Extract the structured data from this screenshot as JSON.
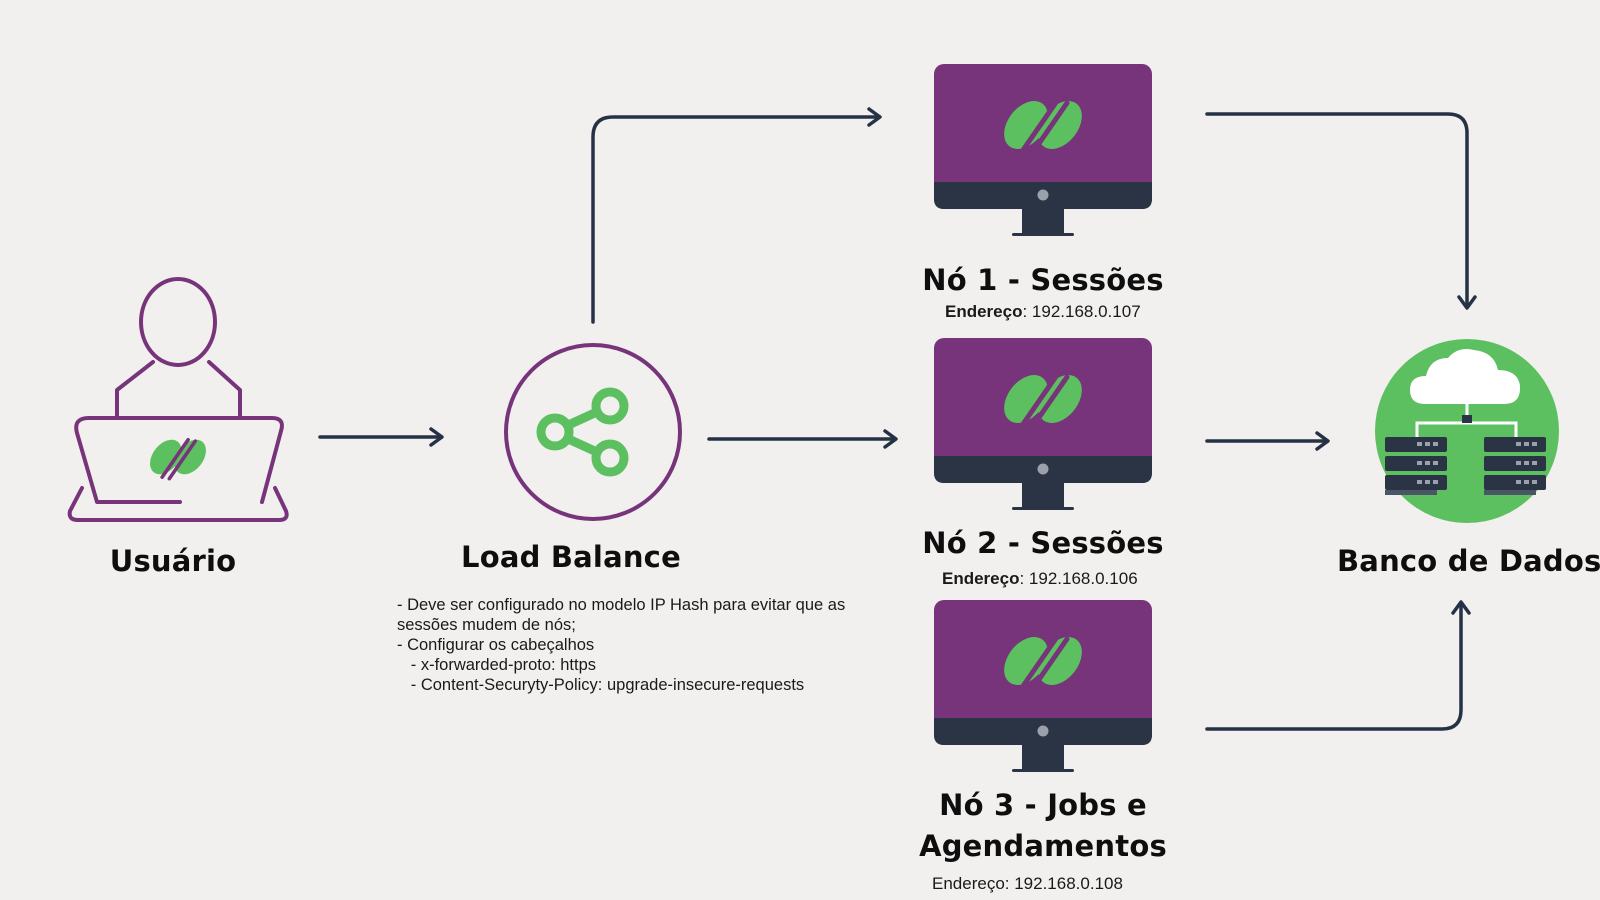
{
  "user": {
    "label": "Usuário"
  },
  "load_balancer": {
    "label": "Load Balance",
    "notes": [
      "- Deve ser configurado no modelo IP Hash para evitar que as",
      "sessões mudem de nós;",
      "- Configurar os cabeçalhos",
      "   - x-forwarded-proto: https",
      "   - Content-Securyty-Policy: upgrade-insecure-requests"
    ]
  },
  "nodes": [
    {
      "title": "Nó 1 - Sessões",
      "address_label": "Endereço",
      "address": ": 192.168.0.107"
    },
    {
      "title": "Nó 2 - Sessões",
      "address_label": "Endereço",
      "address": ": 192.168.0.106"
    },
    {
      "title_line1": "Nó 3 - Jobs e",
      "title_line2": "Agendamentos",
      "address_full": "Endereço: 192.168.0.108"
    }
  ],
  "database": {
    "label": "Banco de Dados"
  },
  "colors": {
    "background": "#f1f0ee",
    "purple": "#77347a",
    "green": "#5cbf60",
    "dark": "#2b3444",
    "arrow": "#253245"
  },
  "icons": {
    "user": "user-at-laptop-icon",
    "load_balancer": "share-icon",
    "node": "monitor-icon",
    "database": "cloud-database-icon",
    "logo": "leaf-logo-icon"
  }
}
